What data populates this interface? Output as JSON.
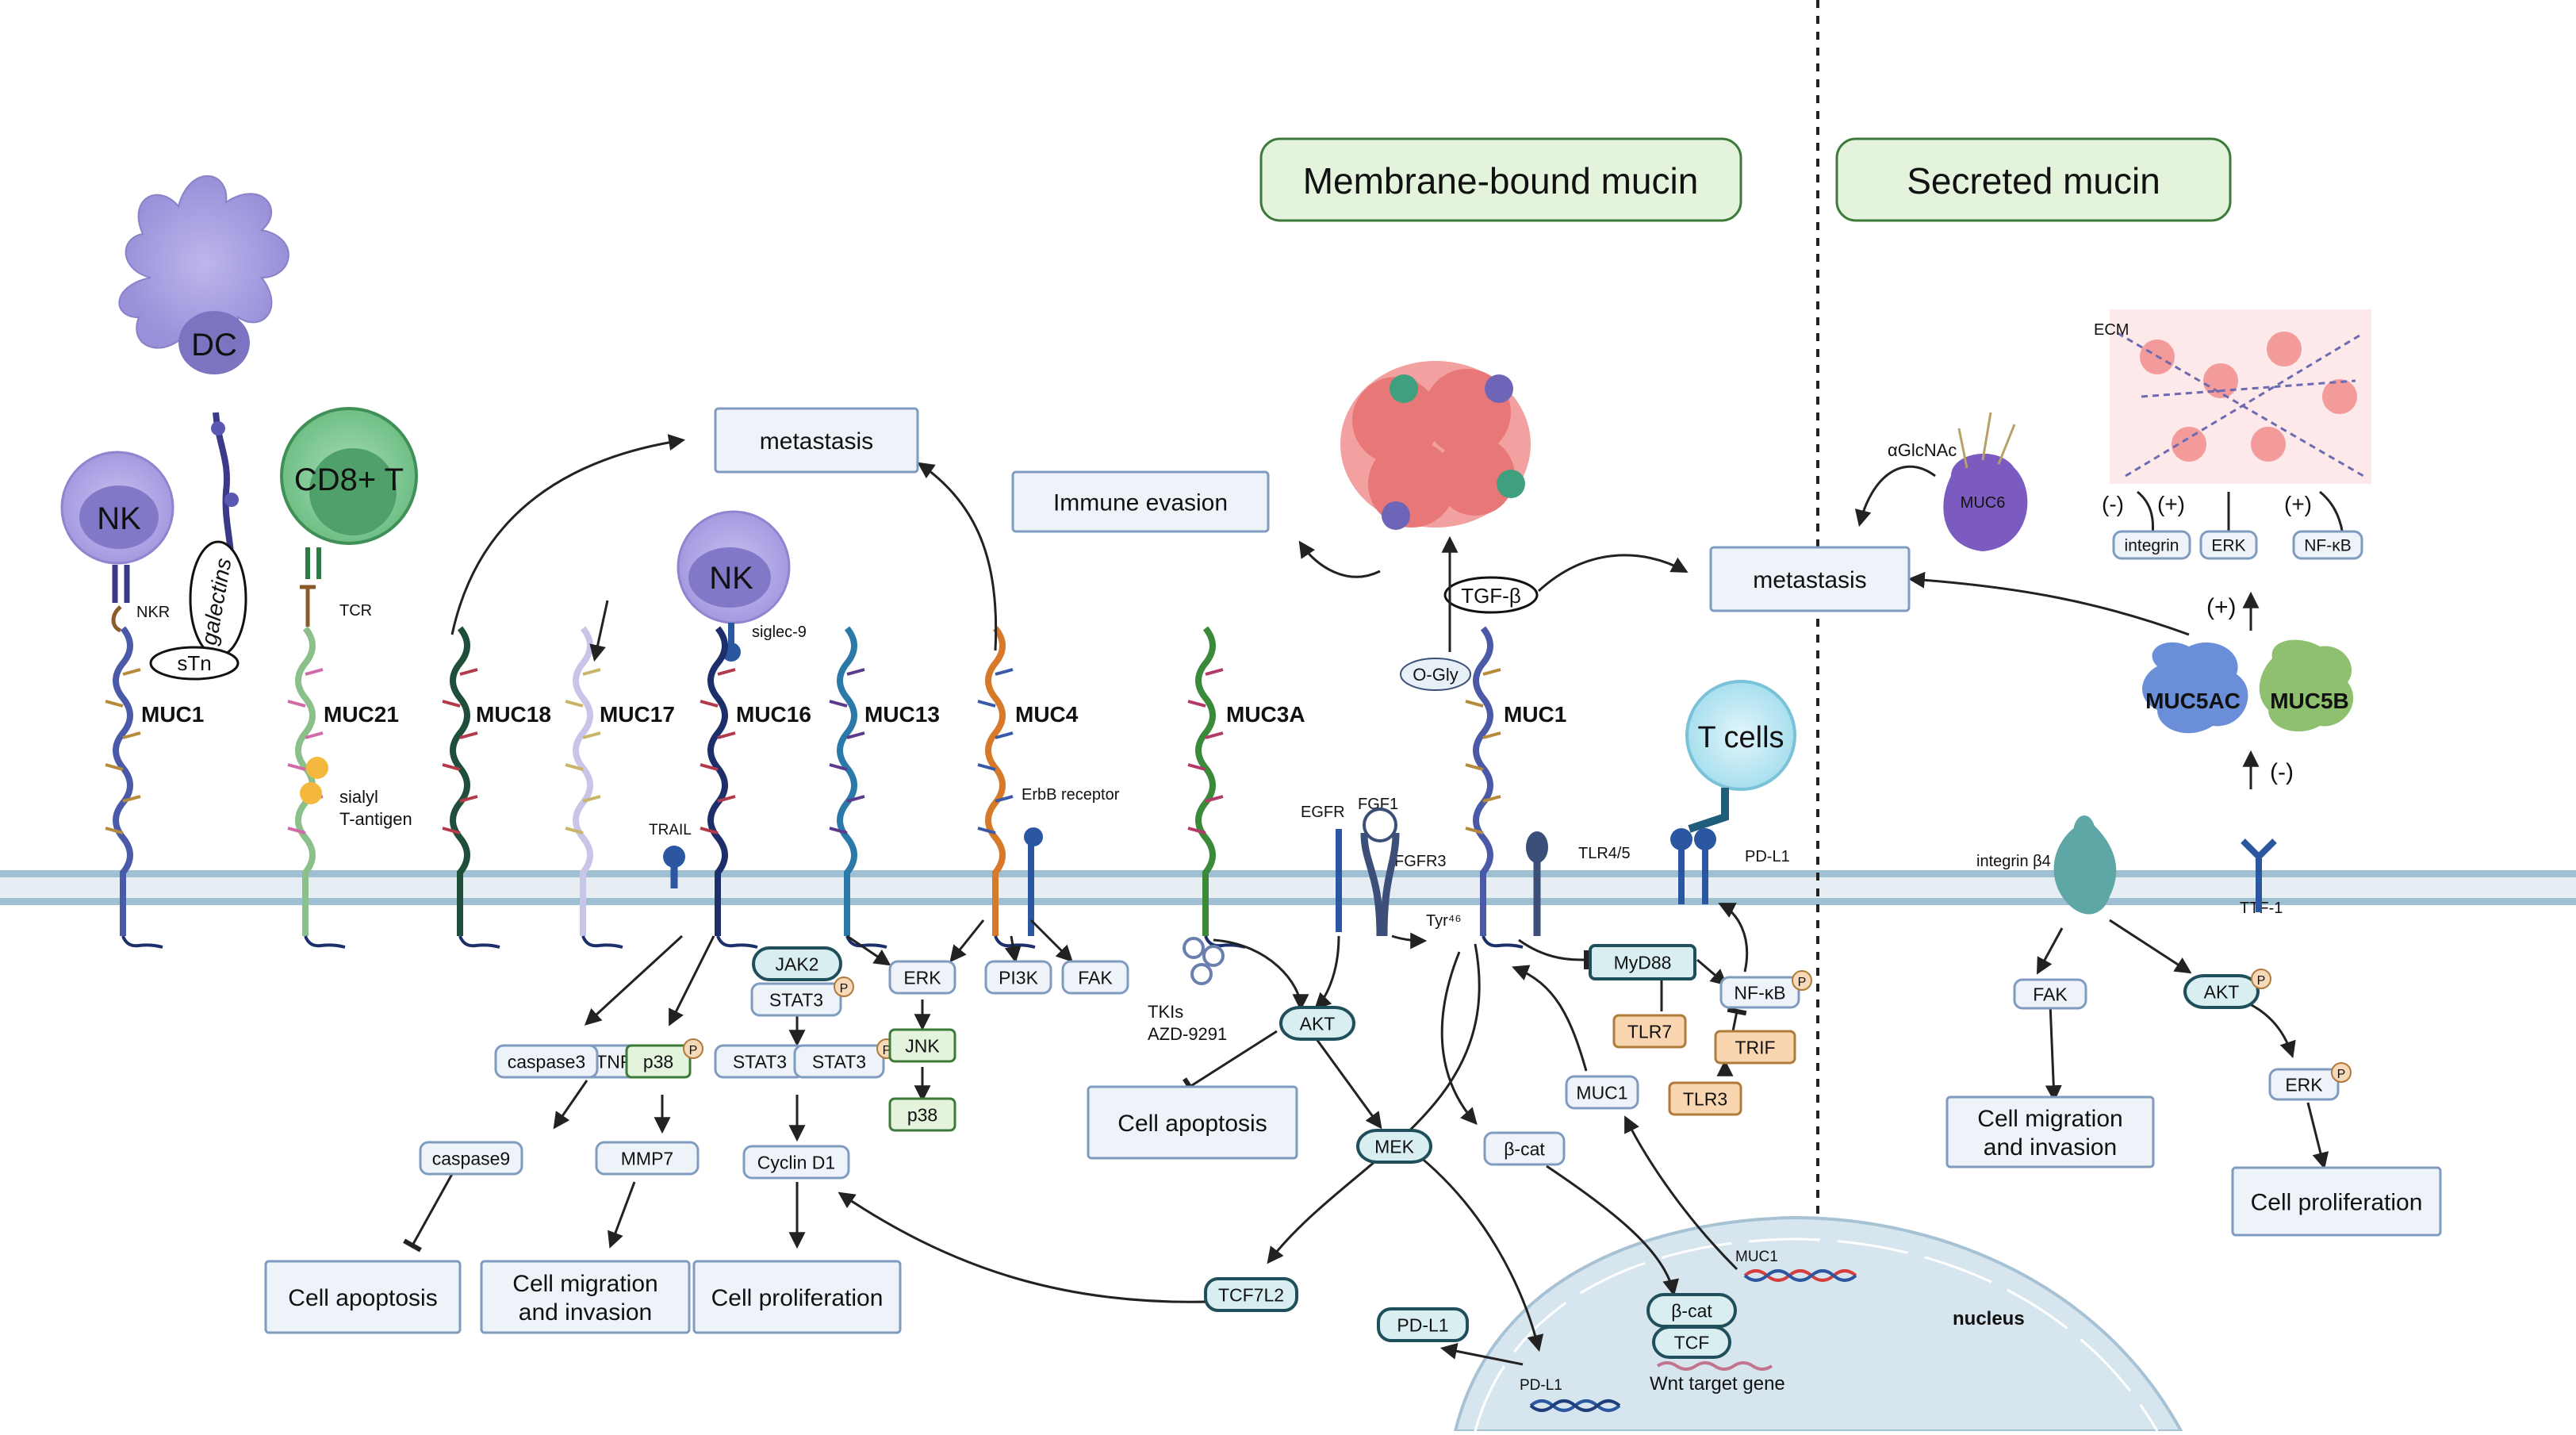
{
  "headers": {
    "membrane": "Membrane-bound mucin",
    "secreted": "Secreted mucin"
  },
  "cells": {
    "dc": "DC",
    "nk_left": "NK",
    "cd8": "CD8+ T",
    "nk_mid": "NK",
    "tcells": "T cells"
  },
  "mucins": {
    "muc1_left": "MUC1",
    "muc21": "MUC21",
    "muc18": "MUC18",
    "muc17": "MUC17",
    "muc16": "MUC16",
    "muc13": "MUC13",
    "muc4": "MUC4",
    "muc3a": "MUC3A",
    "muc1_right": "MUC1",
    "muc6": "MUC6",
    "muc5ac": "MUC5AC",
    "muc5b": "MUC5B"
  },
  "labels": {
    "nkr": "NKR",
    "galectins": "galectins",
    "stn": "sTn",
    "tcr": "TCR",
    "sialyl": "sialyl",
    "t_antigen": "T-antigen",
    "tnf": "TNF-α",
    "siglec": "siglec-9",
    "trail": "TRAIL",
    "erbb": "ErbB receptor",
    "egfr": "EGFR",
    "fgf1": "FGF1",
    "fgfr3": "FGFR3",
    "tlr45": "TLR4/5",
    "pdl1_rec": "PD-L1",
    "ttf1": "TTF-1",
    "integrin_b4": "integrin β4",
    "o_gly": "O-Gly",
    "tgfb": "TGF-β",
    "tyr46": "Tyr⁴⁶",
    "ecm": "ECM",
    "aglcnac": "αGlcNAc",
    "tkis": "TKIs",
    "azd": "AZD-9291",
    "nucleus": "nucleus",
    "muc1_gene": "MUC1",
    "pdl1_gene": "PD-L1",
    "wnt": "Wnt target gene",
    "minus1": "(-)",
    "plus1": "(+)",
    "plus2": "(+)",
    "plus3": "(+)",
    "minus2": "(-)",
    "p": "P"
  },
  "outcomes": {
    "metastasis_left": "metastasis",
    "immune_evasion": "Immune evasion",
    "metastasis_right": "metastasis",
    "apoptosis_left": "Cell apoptosis",
    "migration_left_1": "Cell migration",
    "migration_left_2": "and invasion",
    "proliferation_left": "Cell proliferation",
    "apoptosis_mid": "Cell apoptosis",
    "migration_right_1": "Cell migration",
    "migration_right_2": "and invasion",
    "proliferation_right": "Cell proliferation"
  },
  "nodes": {
    "caspase3": "caspase3",
    "caspase9": "caspase9",
    "p38a": "p38",
    "mmp7": "MMP7",
    "jak2": "JAK2",
    "stat3a": "STAT3",
    "stat3b": "STAT3",
    "stat3c": "STAT3",
    "cyclin": "Cyclin D1",
    "erk1": "ERK",
    "jnk": "JNK",
    "p38b": "p38",
    "pi3k": "PI3K",
    "fak1": "FAK",
    "akt1": "AKT",
    "mek": "MEK",
    "bcat1": "β-cat",
    "tcf7l2": "TCF7L2",
    "pdl1_nuc": "PD-L1",
    "bcat2": "β-cat",
    "tcf": "TCF",
    "myd88": "MyD88",
    "nfkb1": "NF-κB",
    "tlr7": "TLR7",
    "trif": "TRIF",
    "muc1_box": "MUC1",
    "tlr3": "TLR3",
    "integrin": "integrin",
    "erk2": "ERK",
    "nfkb2": "NF-κB",
    "fak2": "FAK",
    "akt2": "AKT",
    "erk3": "ERK"
  }
}
